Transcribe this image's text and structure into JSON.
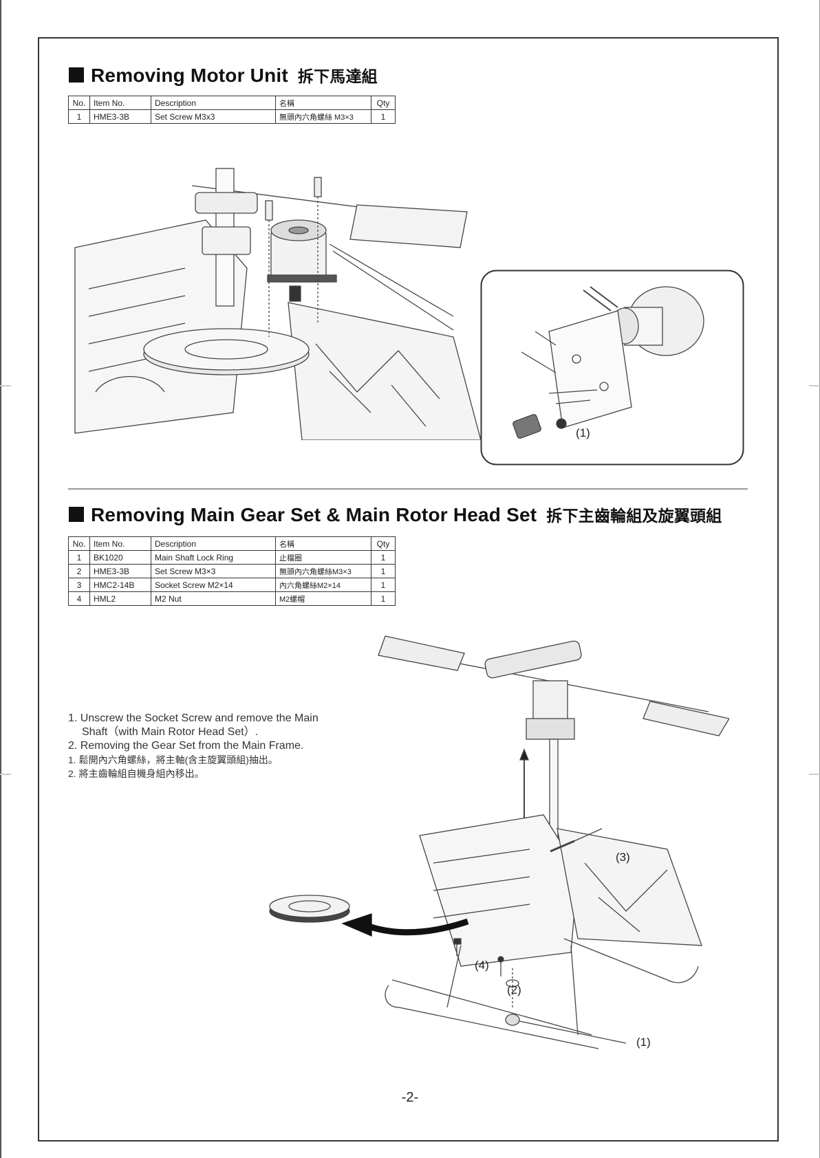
{
  "section1": {
    "title_en": "Removing Motor Unit",
    "title_zh": "拆下馬達組",
    "headers": [
      "No.",
      "Item No.",
      "Description",
      "名稱",
      "Qty"
    ],
    "rows": [
      [
        "1",
        "HME3-3B",
        "Set Screw M3x3",
        "無頭內六角螺絲 M3×3",
        "1"
      ]
    ],
    "callout_1": "(1)"
  },
  "section2": {
    "title_en": "Removing Main Gear Set & Main Rotor Head Set",
    "title_zh": "拆下主齒輪組及旋翼頭組",
    "headers": [
      "No.",
      "Item No.",
      "Description",
      "名稱",
      "Qty"
    ],
    "rows": [
      [
        "1",
        "BK1020",
        "Main Shaft Lock Ring",
        "止檔圈",
        "1"
      ],
      [
        "2",
        "HME3-3B",
        "Set Screw M3×3",
        "無頭內六角螺絲M3×3",
        "1"
      ],
      [
        "3",
        "HMC2-14B",
        "Socket Screw M2×14",
        "內六角螺絲M2×14",
        "1"
      ],
      [
        "4",
        "HML2",
        "M2 Nut",
        "M2螺帽",
        "1"
      ]
    ],
    "instructions": {
      "en_1a": "1. Unscrew the Socket Screw and remove the Main",
      "en_1b": "Shaft（with Main Rotor Head Set）.",
      "en_2": "2. Removing the Gear Set from the Main Frame.",
      "zh_1": "1. 鬆開內六角螺絲，將主軸(含主旋翼頭組)抽出。",
      "zh_2": "2. 將主齒輪組自機身組內移出。"
    },
    "callouts": [
      "(1)",
      "(2)",
      "(3)",
      "(4)"
    ]
  },
  "page_number": "-2-"
}
